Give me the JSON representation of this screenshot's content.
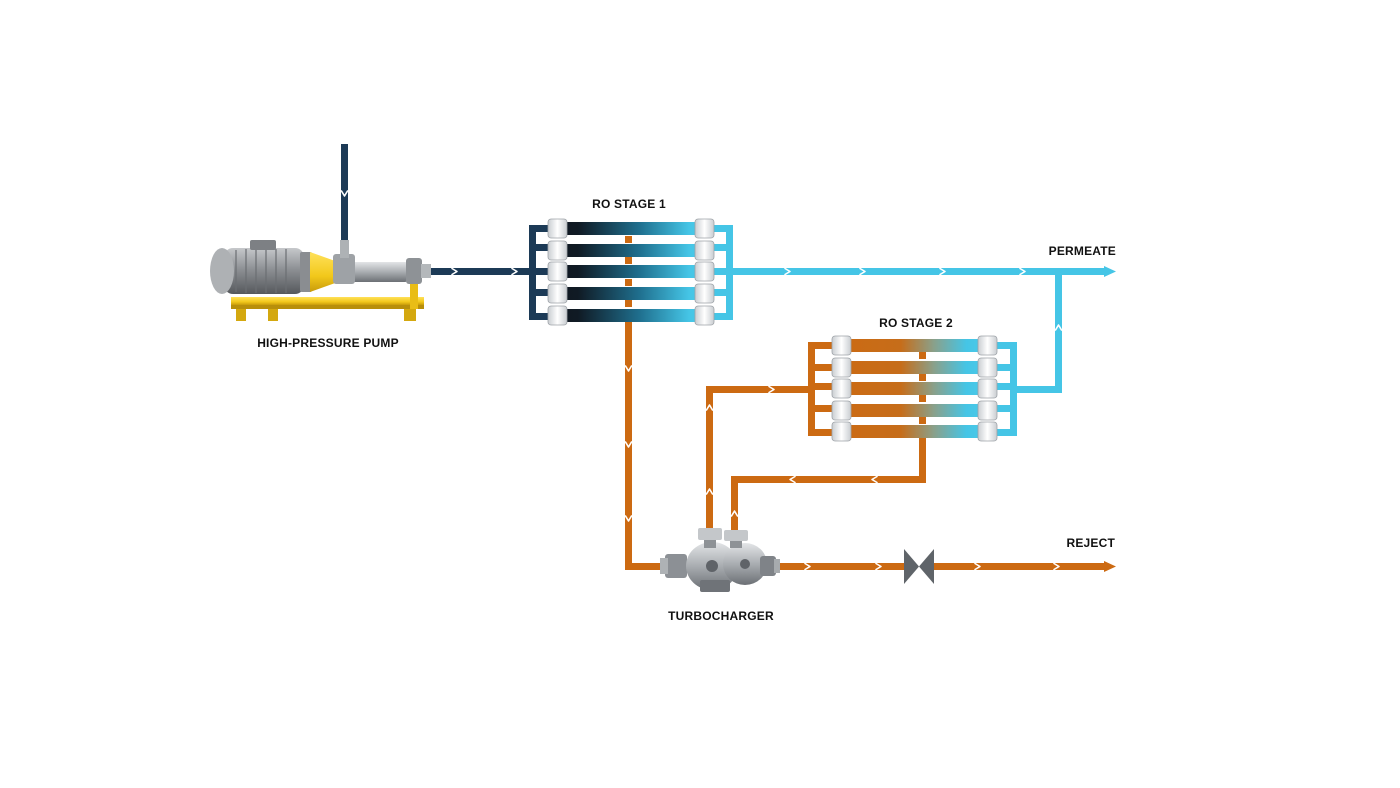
{
  "labels": {
    "ro_stage_1": "RO STAGE 1",
    "ro_stage_2": "RO STAGE 2",
    "permeate": "PERMEATE",
    "reject": "REJECT",
    "high_pressure_pump": "HIGH-PRESSURE PUMP",
    "turbocharger": "TURBOCHARGER"
  },
  "colors": {
    "feed": "#1c3a56",
    "permeate": "#45c5e6",
    "brine": "#cc6a12",
    "valve": "#5f6469",
    "pump_yellow": "#f2c81b",
    "motor_gray": "#9a9da0"
  },
  "stage_1": {
    "membrane_vessels": 5
  },
  "stage_2": {
    "membrane_vessels": 5
  }
}
